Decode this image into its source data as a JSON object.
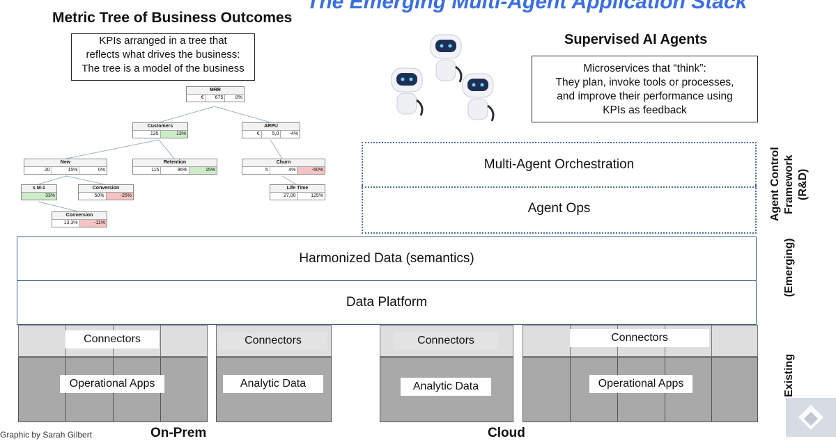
{
  "header": {
    "title": "The Emerging Multi-Agent Application Stack"
  },
  "metric_tree": {
    "title": "Metric Tree of Business Outcomes",
    "note": [
      "KPIs arranged in a tree that",
      "reflects what drives the business:",
      "The tree is a model of the business"
    ],
    "nodes": {
      "mrr": {
        "label": "MRR",
        "v1": "€",
        "v2": "675",
        "v3": "8%"
      },
      "customers": {
        "label": "Customers",
        "v1": "135",
        "v2": "13%"
      },
      "arpu": {
        "label": "ARPU",
        "v1": "€",
        "v2": "5,0",
        "v3": "-4%"
      },
      "new": {
        "label": "New",
        "v1": "20",
        "v2": "15%",
        "v3": "0%"
      },
      "retention": {
        "label": "Retention",
        "v1": "115",
        "v2": "96%",
        "v3": "15%"
      },
      "churn": {
        "label": "Churn",
        "v1": "5",
        "v2": "4%",
        "v3": "-50%"
      },
      "m1": {
        "label": "s M-1",
        "v1": "33%"
      },
      "conversion1": {
        "label": "Conversion",
        "v1": "50%",
        "v2": "-25%"
      },
      "lifetime": {
        "label": "Life Time",
        "v1": "27,00",
        "v2": "125%"
      },
      "conversion2": {
        "label": "Conversion",
        "v1": "13,3%",
        "v2": "-11%"
      }
    }
  },
  "agents": {
    "title": "Supervised AI Agents",
    "note": [
      "Microservices that “think”:",
      "They plan, invoke tools or processes,",
      "and improve their performance using",
      "KPIs as feedback"
    ]
  },
  "stack": {
    "orchestration": "Multi-Agent Orchestration",
    "agent_ops": "Agent Ops",
    "harmonized": "Harmonized Data (semantics)",
    "platform": "Data Platform",
    "blocks": [
      {
        "connectors": "Connectors",
        "data": "Operational Apps"
      },
      {
        "connectors": "Connectors",
        "data": "Analytic Data"
      },
      {
        "connectors": "Connectors",
        "data": "Analytic Data"
      },
      {
        "connectors": "Connectors",
        "data": "Operational Apps"
      }
    ]
  },
  "side_labels": {
    "framework": [
      "Agent Control",
      "Framework",
      "(R&D)"
    ],
    "emerging": "(Emerging)",
    "existing": "Existing"
  },
  "footer": {
    "credit": "Graphic by Sarah Gilbert",
    "onprem": "On-Prem",
    "cloud": "Cloud"
  }
}
